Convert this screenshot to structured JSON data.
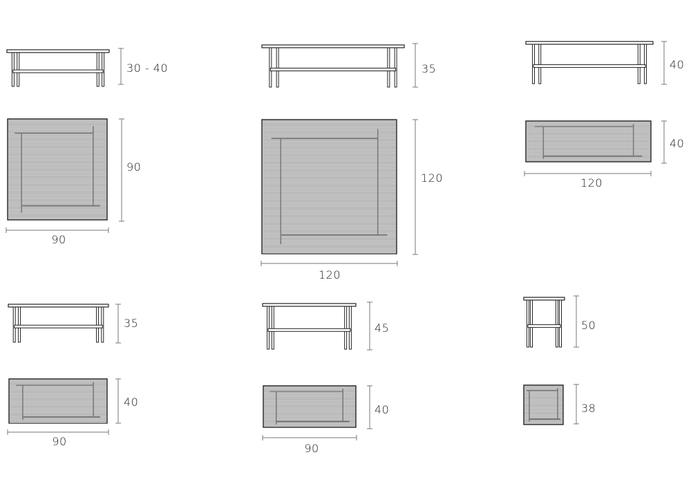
{
  "tables": [
    {
      "id": "table-90x90",
      "height_label": "30 - 40",
      "depth_label": "90",
      "width_label": "90"
    },
    {
      "id": "table-120x120",
      "height_label": "35",
      "depth_label": "120",
      "width_label": "120"
    },
    {
      "id": "table-120x40",
      "height_label": "40",
      "depth_label": "40",
      "width_label": "120"
    },
    {
      "id": "table-90x40-low",
      "height_label": "35",
      "depth_label": "40",
      "width_label": "90"
    },
    {
      "id": "table-90x40-high",
      "height_label": "45",
      "depth_label": "40",
      "width_label": "90"
    },
    {
      "id": "table-38x38",
      "height_label": "50",
      "depth_label": "38"
    }
  ],
  "colors": {
    "line": "#222222",
    "dim": "#777777",
    "hatch": "#9a9a9a",
    "frame": "#777777"
  }
}
